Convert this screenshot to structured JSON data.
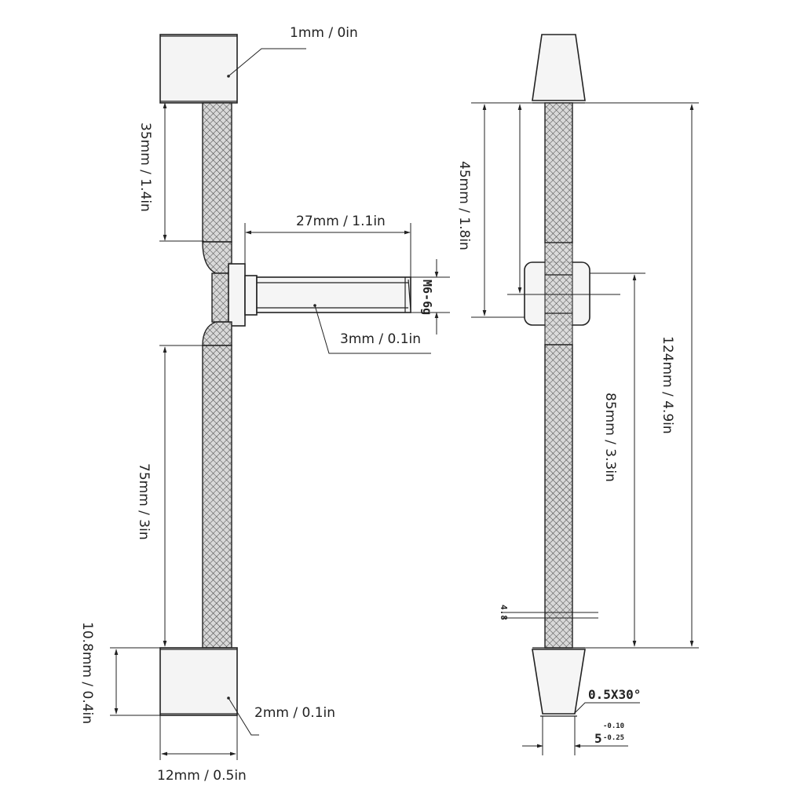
{
  "drawing": {
    "left_view": {
      "top_cap_label": "1mm / 0in",
      "upper_length_label": "35mm / 1.4in",
      "bolt_length_label": "27mm / 1.1in",
      "thread_label": "M6-6g",
      "bolt_tip_label": "3mm / 0.1in",
      "lower_length_label": "75mm / 3in",
      "cap_height_label": "10.8mm / 0.4in",
      "bottom_cap_label": "2mm / 0.1in",
      "cap_width_label": "12mm / 0.5in"
    },
    "right_view": {
      "upper_length_label": "45mm / 1.8in",
      "total_length_label": "124mm / 4.9in",
      "lower_length_label": "85mm / 3.3in",
      "small_dim_label": "4.8",
      "chamfer_label": "0.5X30°",
      "diameter_label": "5",
      "tol_upper": "-0.10",
      "tol_lower": "-0.25"
    }
  }
}
